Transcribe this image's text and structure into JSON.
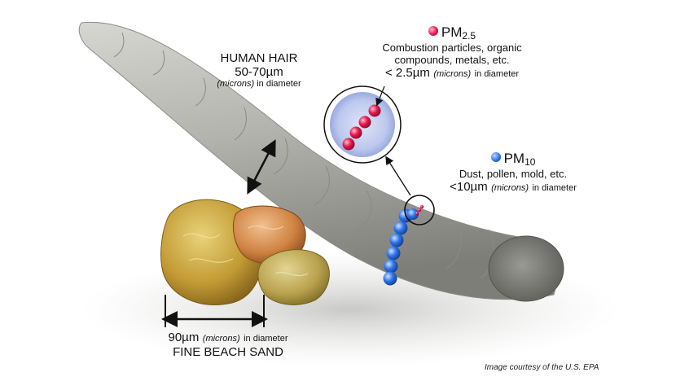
{
  "hair": {
    "title": "HUMAN HAIR",
    "size": "50-70µm",
    "unit_note": "(microns)",
    "suffix": "in diameter"
  },
  "pm25": {
    "title": "PM",
    "subscript": "2.5",
    "description_line1": "Combustion particles, organic",
    "description_line2": "compounds, metals, etc.",
    "size": "< 2.5µm",
    "unit_note": "(microns)",
    "suffix": "in diameter",
    "color": "#e8174c"
  },
  "pm10": {
    "title": "PM",
    "subscript": "10",
    "description": "Dust, pollen, mold, etc.",
    "size": "<10µm",
    "unit_note": "(microns)",
    "suffix": "in diameter",
    "color": "#2f74ea"
  },
  "sand": {
    "size": "90µm",
    "unit_note": "(microns)",
    "suffix": "in diameter",
    "title": "FINE BEACH SAND"
  },
  "credit": "Image courtesy of the U.S. EPA"
}
